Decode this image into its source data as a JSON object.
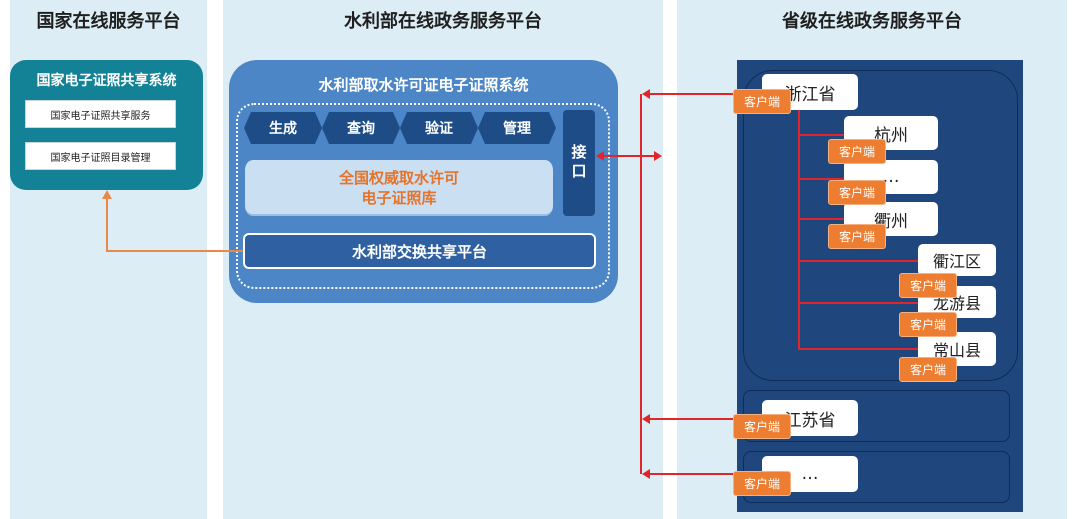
{
  "columns": {
    "national": "国家在线服务平台",
    "ministry": "水利部在线政务服务平台",
    "provincial": "省级在线政务服务平台"
  },
  "national_system": {
    "title": "国家电子证照共享系统",
    "items": [
      "国家电子证照共享服务",
      "国家电子证照目录管理"
    ]
  },
  "ministry_system": {
    "title": "水利部取水许可证电子证照系统",
    "functions": [
      "生成",
      "查询",
      "验证",
      "管理"
    ],
    "database_line1": "全国权威取水许可",
    "database_line2": "电子证照库",
    "interface": "接口",
    "exchange": "水利部交换共享平台"
  },
  "provincial": {
    "zhejiang": "浙江省",
    "hangzhou": "杭州",
    "ellipsis_city": "…",
    "quzhou": "衢州",
    "qujiang": "衢江区",
    "longyou": "龙游县",
    "changshan": "常山县",
    "jiangsu": "江苏省",
    "ellipsis_province": "…",
    "client": "客户端"
  },
  "colors": {
    "panel_bg": "#dcedf5",
    "national_box": "#138296",
    "ministry_box": "#4c86c6",
    "dark_blue": "#1d4c86",
    "provincial_box": "#1f477e",
    "client_orange": "#ed7d31",
    "arrow_red": "#e0262b",
    "arrow_orange": "#e8894a",
    "db_text_orange": "#e4742b"
  }
}
